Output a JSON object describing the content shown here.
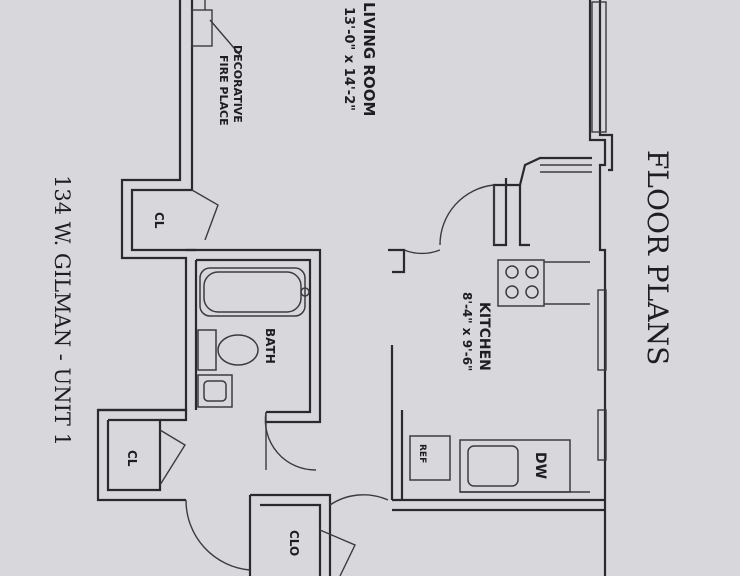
{
  "header": {
    "title": "FLOOR PLANS"
  },
  "address": "134 W. GILMAN - UNIT 1",
  "rooms": {
    "living_room": {
      "name": "LIVING ROOM",
      "dims": "13'-0\" x 14'-2\""
    },
    "kitchen": {
      "name": "KITCHEN",
      "dims": "8'-4\" x 9'-6\""
    },
    "bath": {
      "name": "BATH"
    }
  },
  "annotations": {
    "fireplace_line1": "DECORATIVE",
    "fireplace_line2": "FIRE PLACE",
    "closet_a": "CL",
    "closet_b": "CL",
    "closet_c": "CLO",
    "fridge": "REF",
    "dishwasher": "DW"
  },
  "colors": {
    "paper": "#d8d8dc",
    "ink": "#2a2a2e"
  }
}
